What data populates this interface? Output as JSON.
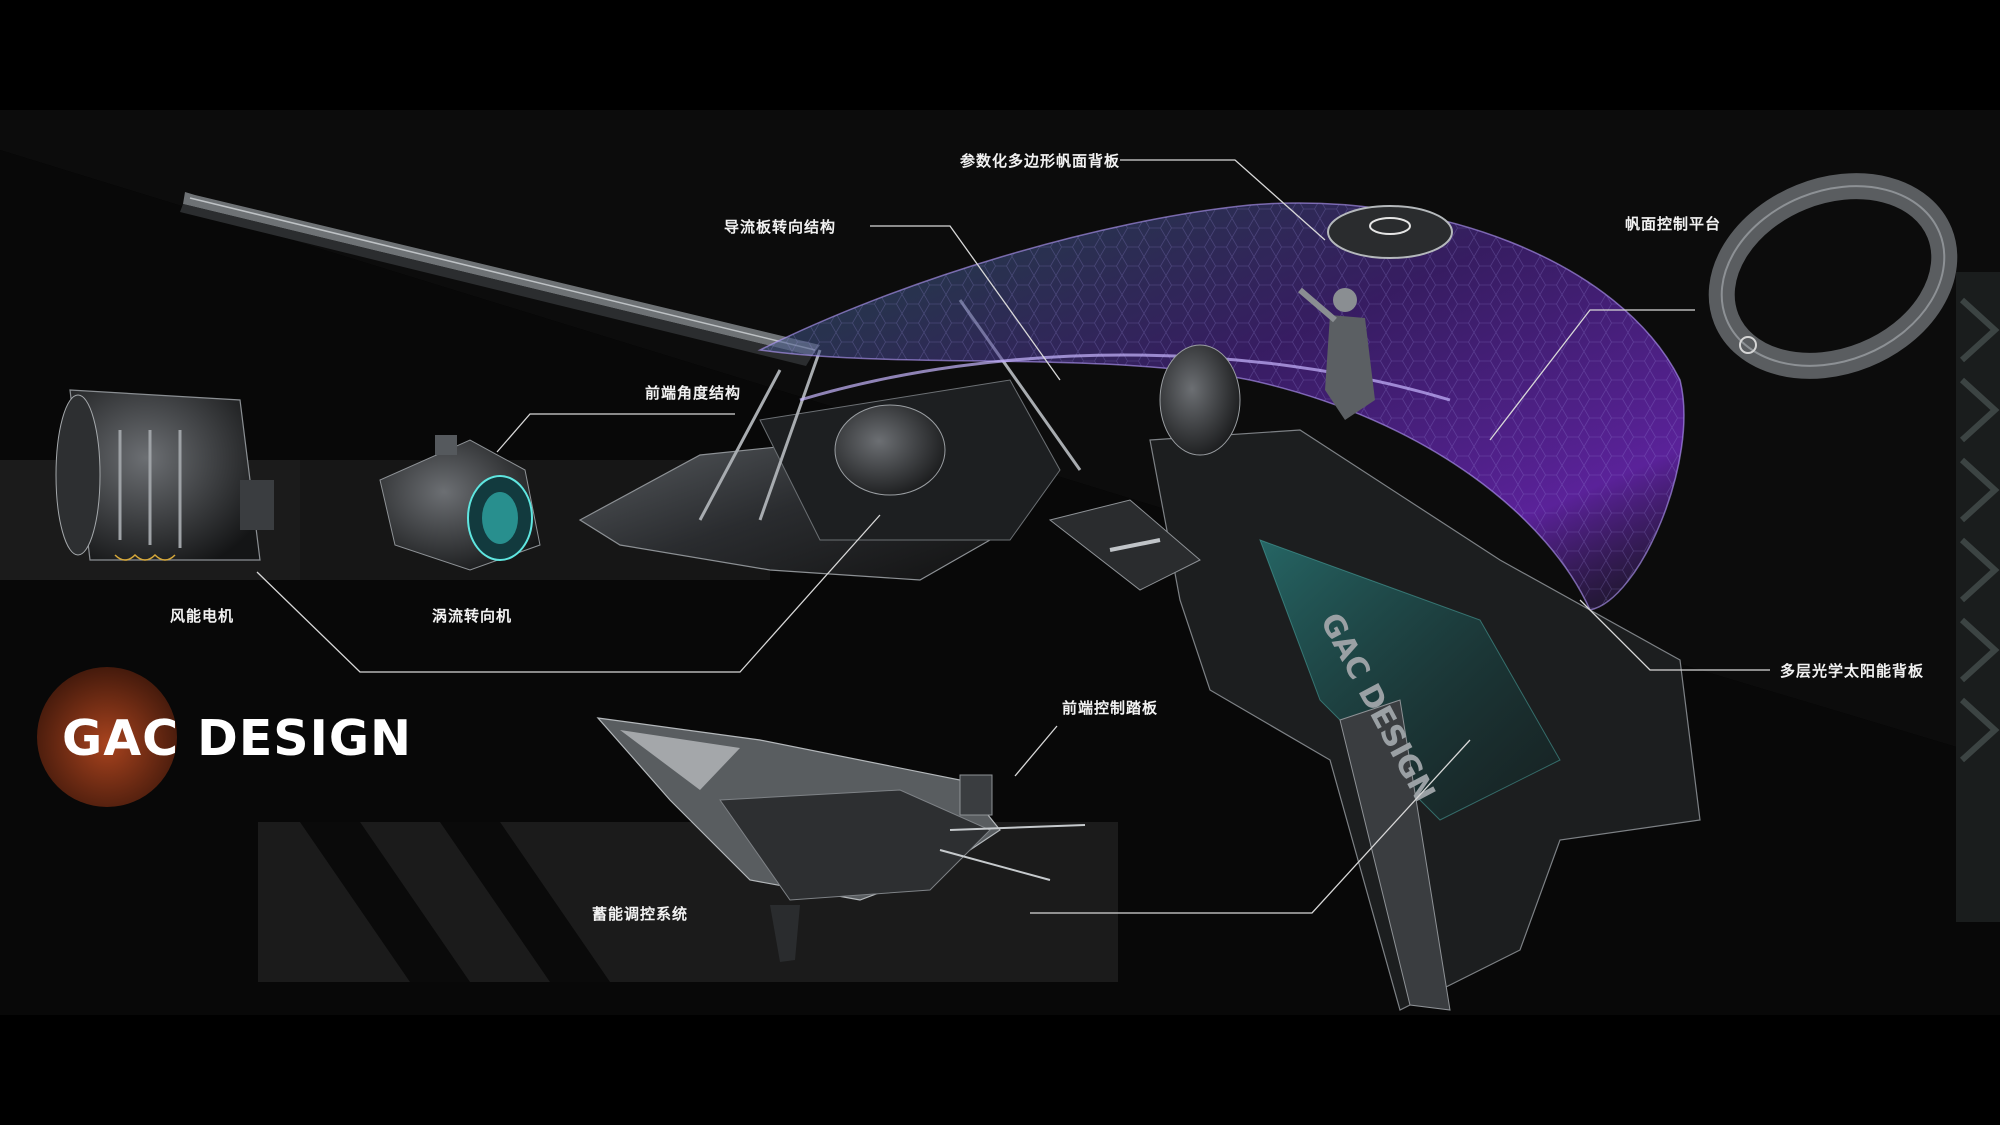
{
  "brand": {
    "logo_text": "GAC DESIGN",
    "logo_circle_color": "#a8431e"
  },
  "callouts": {
    "sail_back_panel": "参数化多边形帆面背板",
    "deflector_steering": "导流板转向结构",
    "sail_control_platform": "帆面控制平台",
    "front_angle_structure": "前端角度结构",
    "wind_motor": "风能电机",
    "vortex_steering": "涡流转向机",
    "solar_back_panel": "多层光学太阳能背板",
    "front_control_pedal": "前端控制踏板",
    "energy_storage": "蓄能调控系统"
  },
  "colors": {
    "background": "#000000",
    "band": "#141414",
    "band_light": "#1d1d1d",
    "accent_teal": "#3ad6d0",
    "accent_purple": "#8a3cff",
    "leader_line": "#d8d8d8"
  }
}
